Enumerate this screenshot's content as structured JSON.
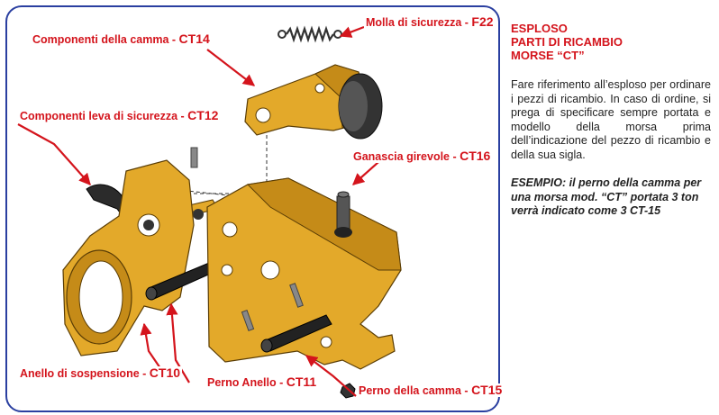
{
  "labels": {
    "f22": {
      "name": "Molla di sicurezza - ",
      "code": "F22"
    },
    "ct14": {
      "name": "Componenti della camma - ",
      "code": "CT14"
    },
    "ct12": {
      "name": "Componenti leva di sicurezza - ",
      "code": "CT12"
    },
    "ct16": {
      "name": "Ganascia girevole - ",
      "code": "CT16"
    },
    "ct10": {
      "name": "Anello di sospensione - ",
      "code": "CT10"
    },
    "ct11": {
      "name": "Perno Anello - ",
      "code": "CT11"
    },
    "ct15": {
      "name": "Perno della camma - ",
      "code": "CT15"
    }
  },
  "side": {
    "title_line1": "ESPLOSO",
    "title_line2": "PARTI DI RICAMBIO",
    "title_line3": "MORSE “CT”",
    "body": "Fare riferimento all’esploso per ordinare i pezzi di ricambio. In caso di ordine, si prega di specificare sempre portata e modello della morsa prima dell’indicazione del pezzo di ricambio e della sua sigla.",
    "example": "ESEMPIO: il perno della camma per una morsa mod. “CT” portata 3 ton verrà indicato come 3 CT-15"
  },
  "colors": {
    "frame": "#2a3fa0",
    "label": "#d4141c",
    "part": "#e3a92a",
    "part_dark": "#b07a12"
  }
}
